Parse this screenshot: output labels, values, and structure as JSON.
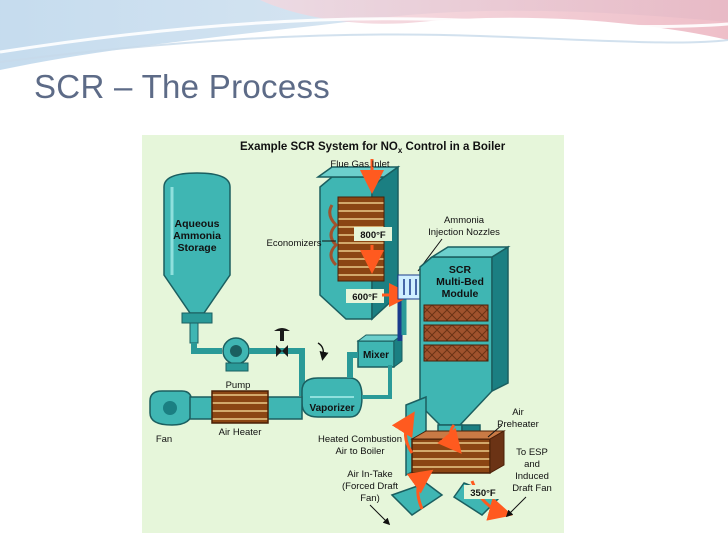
{
  "slide": {
    "title": "SCR – The Process"
  },
  "diagram": {
    "heading_pre": "Example SCR System for NO",
    "heading_sub": "x",
    "heading_post": " Control in a Boiler",
    "labels": {
      "flue_gas_inlet": "Flue Gas Inlet",
      "aqueous_1": "Aqueous",
      "aqueous_2": "Ammonia",
      "aqueous_3": "Storage",
      "economizers": "Economizers",
      "temp_800": "800°F",
      "temp_600": "600°F",
      "temp_350": "350°F",
      "ammonia_injection_1": "Ammonia",
      "ammonia_injection_2": "Injection Nozzles",
      "scr_module_1": "SCR",
      "scr_module_2": "Multi-Bed",
      "scr_module_3": "Module",
      "mixer": "Mixer",
      "pump": "Pump",
      "vaporizer": "Vaporizer",
      "fan": "Fan",
      "air_heater": "Air Heater",
      "heated_air_1": "Heated Combustion",
      "heated_air_2": "Air to Boiler",
      "air_intake_1": "Air In-Take",
      "air_intake_2": "(Forced Draft",
      "air_intake_3": "Fan)",
      "air_preheater_1": "Air",
      "air_preheater_2": "Preheater",
      "to_esp_1": "To ESP",
      "to_esp_2": "and",
      "to_esp_3": "Induced",
      "to_esp_4": "Draft Fan"
    },
    "colors": {
      "panel": "#e6f6da",
      "equipment": "#3fb6b3",
      "equipment_dark": "#1b7f82",
      "heater": "#a0522d",
      "arrow": "#ff5a1f"
    }
  }
}
